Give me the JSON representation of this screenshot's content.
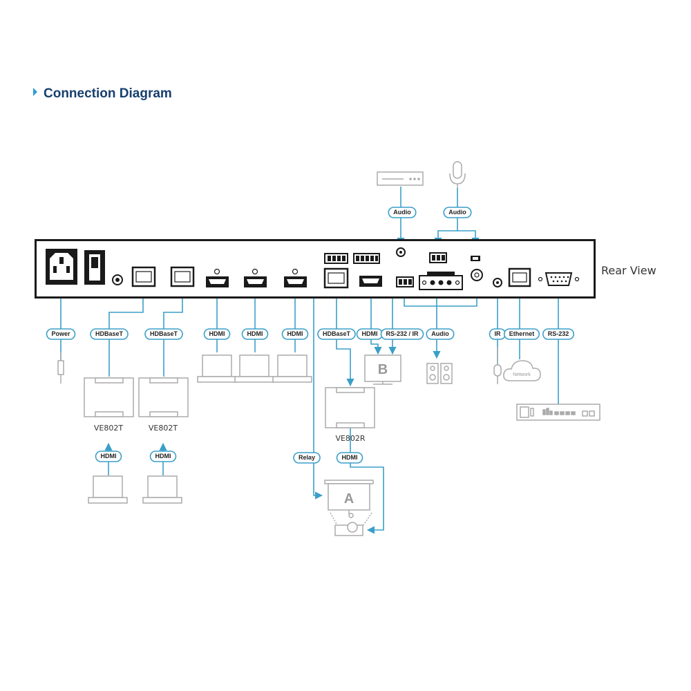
{
  "heading": "Connection Diagram",
  "rear_view": "Rear View",
  "labels": {
    "power": "Power",
    "hdbaset_1": "HDBaseT",
    "hdbaset_2": "HDBaseT",
    "hdmi_1": "HDMI",
    "hdmi_2": "HDMI",
    "hdmi_3": "HDMI",
    "hdbaset_out": "HDBaseT",
    "hdmi_out": "HDMI",
    "rs232_ir": "RS-232 / IR",
    "audio_out": "Audio",
    "ir": "IR",
    "ethernet": "Ethernet",
    "rs232": "RS-232",
    "audio_top_1": "Audio",
    "audio_top_2": "Audio",
    "hdmi_tx_1": "HDMI",
    "hdmi_tx_2": "HDMI",
    "relay": "Relay",
    "hdmi_rx": "HDMI"
  },
  "devices": {
    "ve802t_1": "VE802T",
    "ve802t_2": "VE802T",
    "ve802r": "VE802R",
    "display_b": "B",
    "screen_a": "A",
    "network": "Network"
  },
  "colors": {
    "accent": "#3a9fc8",
    "heading": "#163f6e",
    "panel": "#1a1a1a",
    "device_stroke": "#aaaaaa"
  }
}
